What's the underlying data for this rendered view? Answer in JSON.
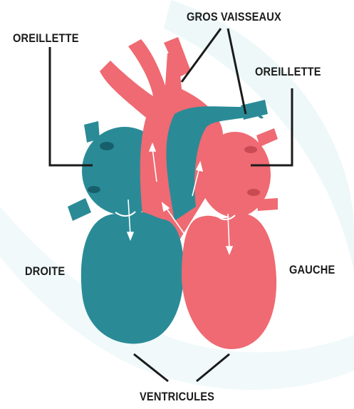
{
  "labels": {
    "oreillette_left": "OREILLETTE",
    "gros_vaisseaux": "GROS VAISSEAUX",
    "oreillette_right": "OREILLETTE",
    "droite": "DROITE",
    "gauche": "GAUCHE",
    "ventricules": "VENTRICULES"
  },
  "colors": {
    "right_heart": "#2a8b97",
    "right_heart_dark": "#17606b",
    "left_heart": "#ef6a72",
    "left_heart_dark": "#c94a53",
    "background_swirl": "#eef8f9",
    "label_text": "#1b1b1b",
    "lines": "#1b1b1b"
  }
}
